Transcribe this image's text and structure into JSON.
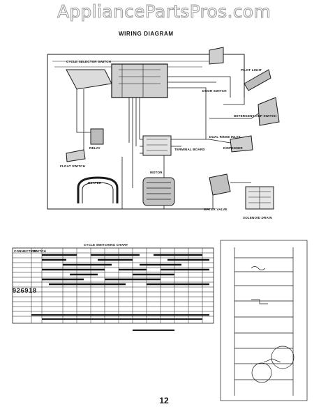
{
  "watermark": "AppliancePartsPros.com",
  "title": "WIRING DIAGRAM",
  "labels": {
    "cycle_selector_switch": "CYCLE SELECTOR SWITCH",
    "door_switch": "DOOR SWITCH",
    "pilot_light": "PILOT LIGHT",
    "detergent_cup_switch": "DETERGENT CUP SWITCH",
    "relay": "RELAY",
    "float_switch": "FLOAT SWITCH",
    "terminal board": "TERMINAL BOARD",
    "dual_rinse_inlet": "DUAL RINSE INLET",
    "aux_dispenser": "DISPENSER",
    "heater": "HEATER",
    "motor": "MOTOR",
    "water_valve": "WATER VALVE",
    "solenoid_drain": "SOLENOID DRAIN"
  },
  "chart": {
    "id": "926918",
    "header": "CYCLE SWITCHING CHART",
    "left_cols": [
      "CONNECTION",
      "SWITCH"
    ]
  },
  "page_number": "12"
}
